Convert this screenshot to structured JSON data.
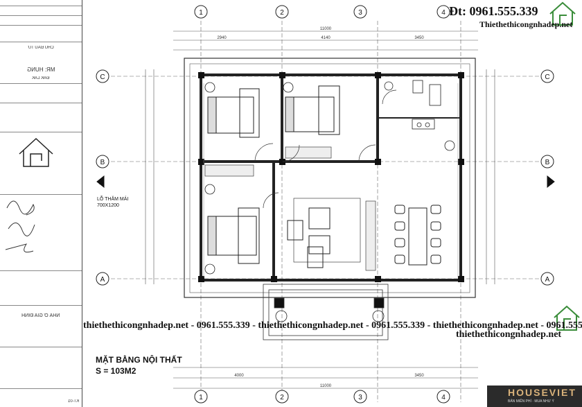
{
  "watermark": {
    "phone": "Đt: 0961.555.339",
    "website": "Thiethethicongnhadep.net",
    "banner": "thiethethicongnhadep.net - 0961.555.339 - thiethethicongnhadep.net - 0961.555.339 - thiethethicongnhadep.net - 0961.555.339",
    "website_bottom": "thiethethicongnhadep.net"
  },
  "plan": {
    "title": "MẶT BẰNG NỘI THẤT",
    "area": "S = 103M2",
    "opening_label": "LỖ THĂM MÁI",
    "opening_size": "700X1200"
  },
  "houseviet": {
    "name": "HOUSEVIET",
    "tagline": "BẢN MIỄN PHÍ · MUA NHƯ Ý"
  },
  "grid": {
    "columns": [
      "1",
      "2",
      "3",
      "4"
    ],
    "rows": [
      "C",
      "B",
      "A"
    ],
    "section_mark": "A"
  },
  "dimensions": {
    "total_width": "11000",
    "top_segments": [
      "2940",
      "4140",
      "3450"
    ],
    "lower_segments": [
      "4000",
      "3450"
    ]
  },
  "titleblock": {
    "owner_label": "CHỦ ĐẦU TƯ",
    "owner_name": "MR: HUNG",
    "location": "ĐẮK LẮK",
    "project": "NHÀ Ở GIA ĐÌNH",
    "drawing_no": "KT-01"
  },
  "colors": {
    "line": "#222222",
    "wall": "#333333",
    "dim": "#555555",
    "logo_green": "#3a8d3a"
  }
}
